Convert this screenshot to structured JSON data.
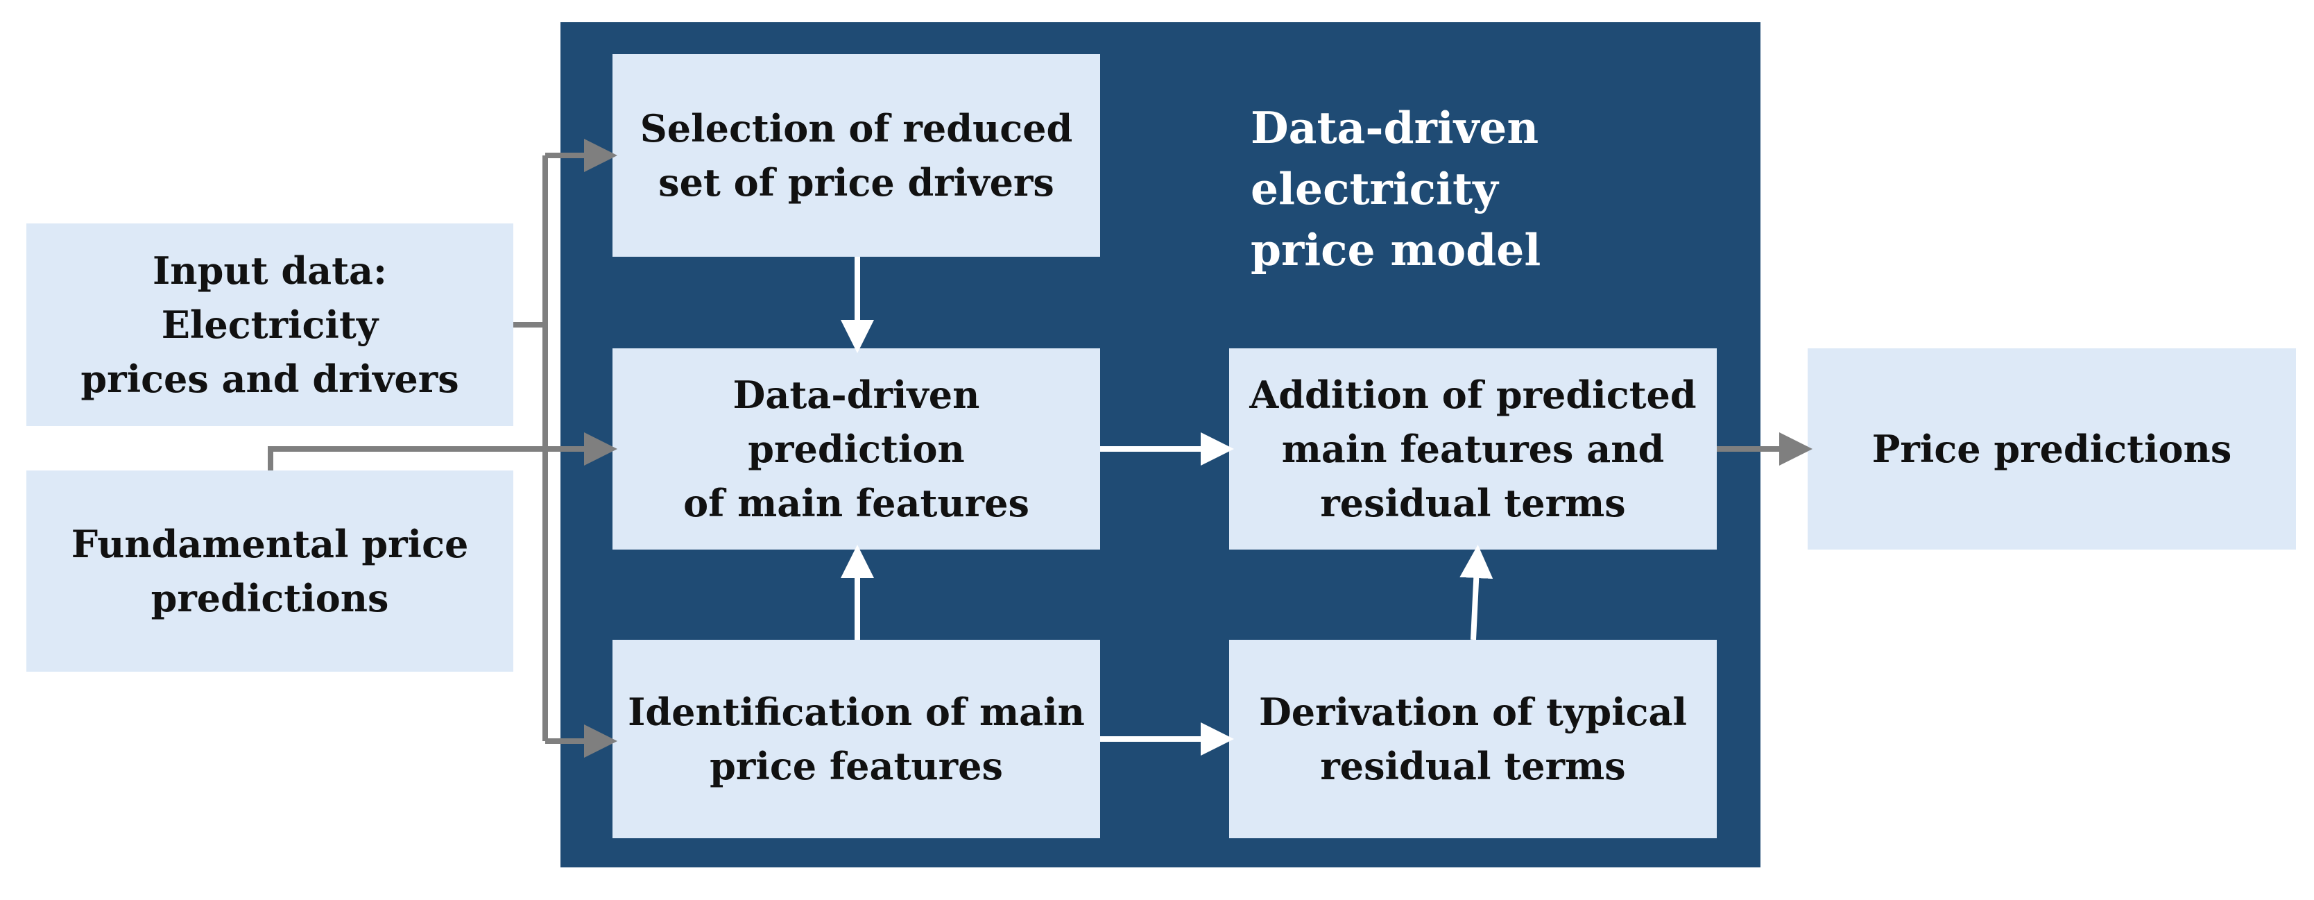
{
  "panel": {
    "title": "Data-driven electricity\nprice model",
    "color": "#1f4b74"
  },
  "boxes": {
    "input_data": "Input data: Electricity\nprices and drivers",
    "fundamental": "Fundamental price\npredictions",
    "selection": "Selection of reduced\nset of price drivers",
    "prediction": "Data-driven prediction\nof main features",
    "identification": "Identification of main\nprice features",
    "addition": "Addition of predicted\nmain features and\nresidual terms",
    "derivation": "Derivation of typical\nresidual terms",
    "output": "Price predictions"
  },
  "colors": {
    "box_fill": "#dde9f7",
    "grey_arrow": "#7f7f7f",
    "white_arrow": "#ffffff"
  }
}
